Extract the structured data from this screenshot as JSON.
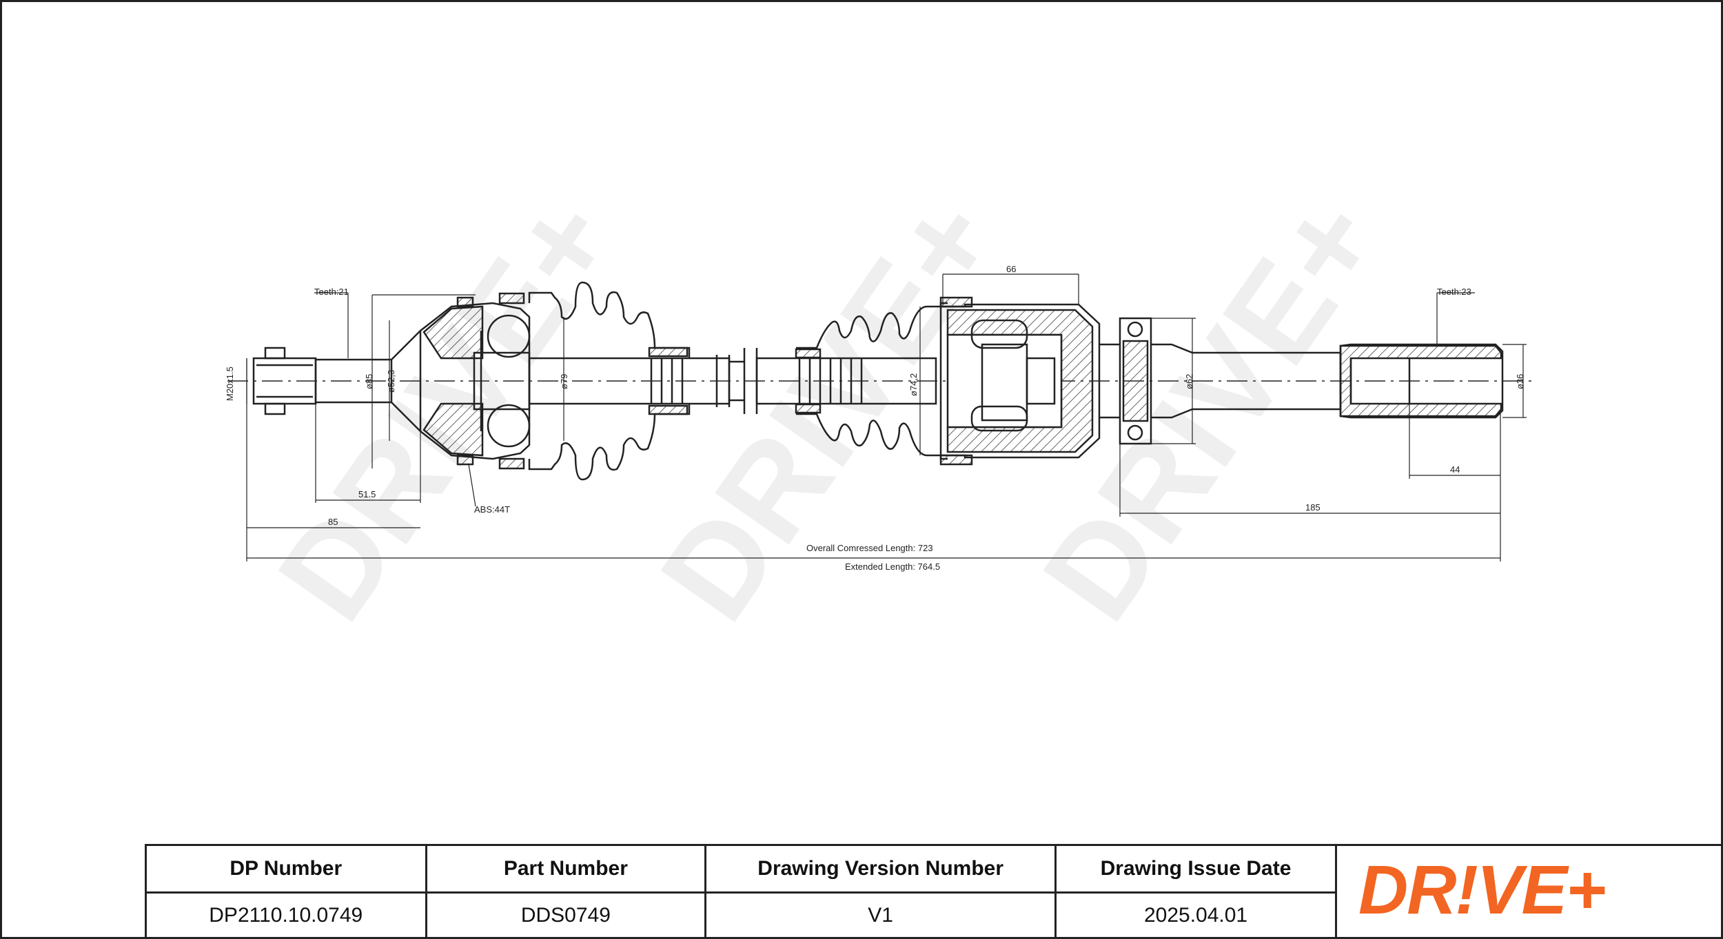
{
  "labels": {
    "teeth_left": "Teeth:21",
    "teeth_right": "Teeth:23",
    "thread": "M20x1.5",
    "dia_85": "ø85",
    "dia_52_3": "ø52,3",
    "dia_79": "ø79",
    "dia_74_2": "ø74,2",
    "dia_62": "ø62",
    "dia_36": "ø36",
    "dim_66": "66",
    "dim_51_5": "51.5",
    "dim_85": "85",
    "abs": "ABS:44T",
    "dim_44": "44",
    "dim_185": "185",
    "overall_compressed": "Overall  Comressed  Length: 723",
    "extended": "Extended  Length: 764.5"
  },
  "watermark": "DRIVE+",
  "title_block": {
    "headers": [
      "DP Number",
      "Part Number",
      "Drawing Version Number",
      "Drawing Issue Date"
    ],
    "values": [
      "DP2110.10.0749",
      "DDS0749",
      "V1",
      "2025.04.01"
    ]
  },
  "logo": {
    "text_dr": "DR",
    "text_i": "!",
    "text_ve": "VE",
    "text_plus": "+",
    "color": "#f26522"
  }
}
